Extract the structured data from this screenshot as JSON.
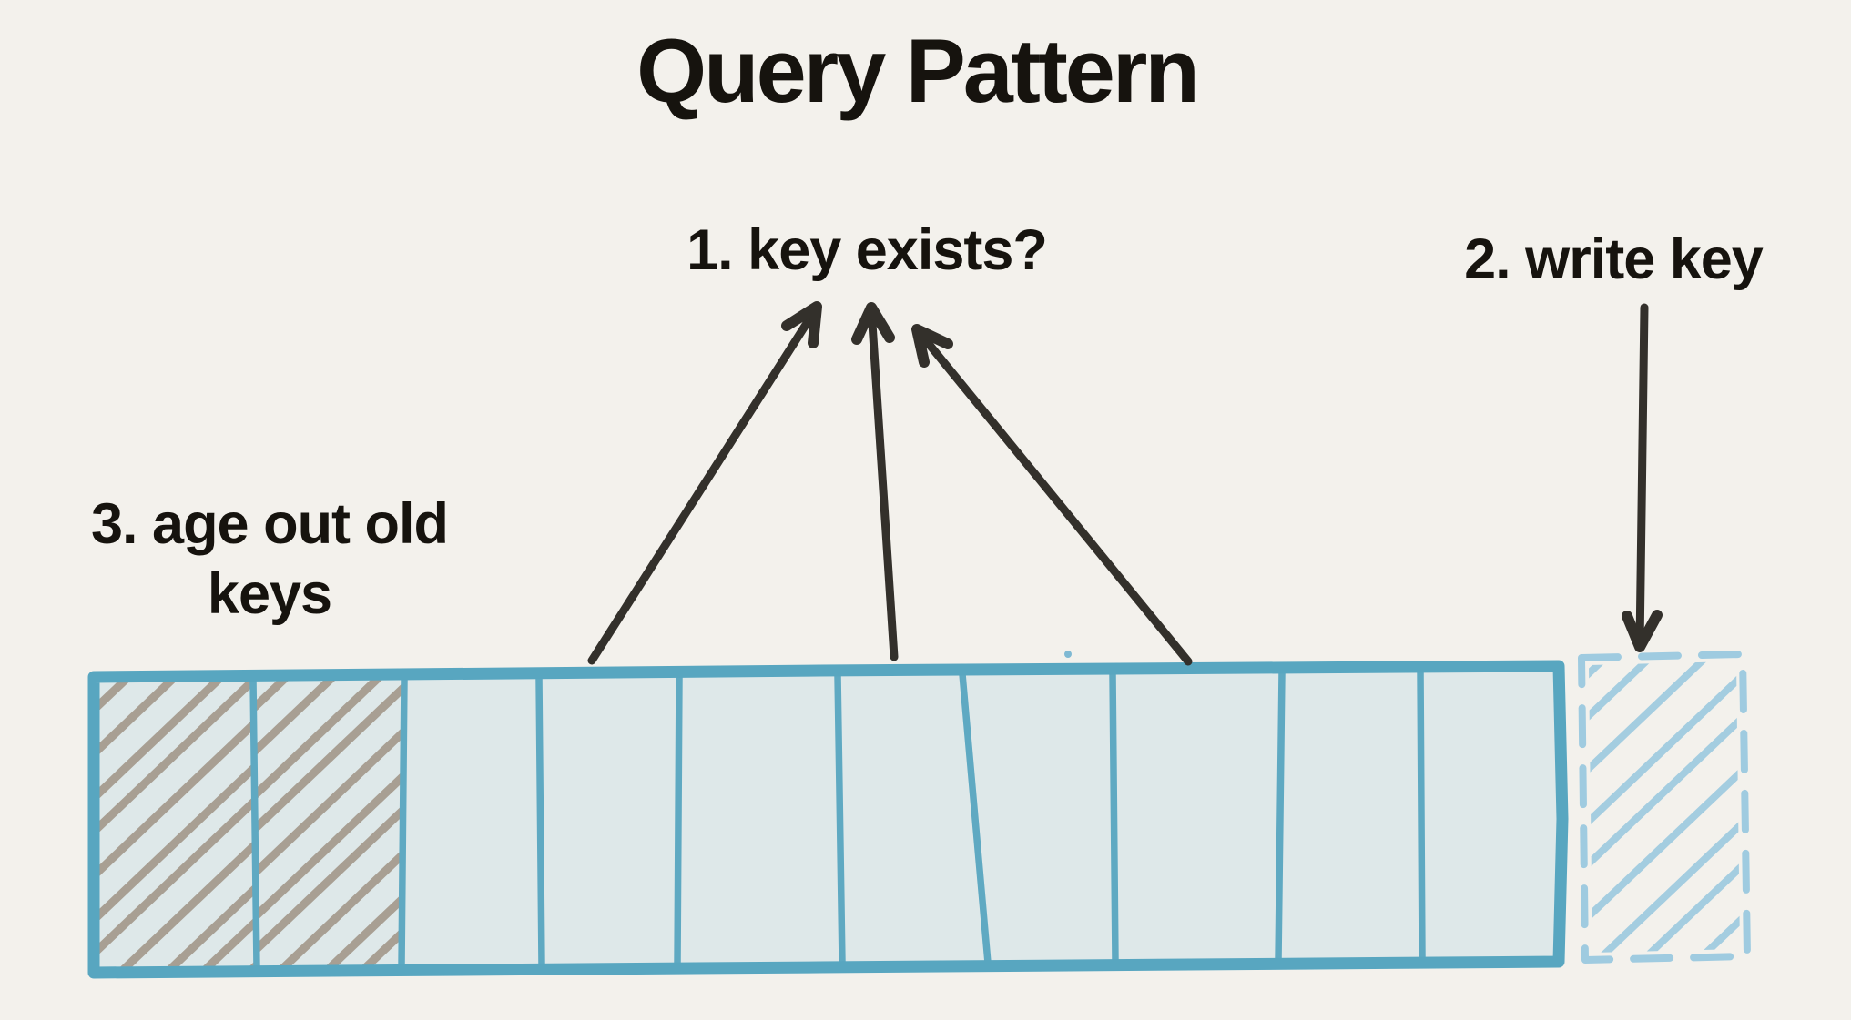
{
  "title": "Query Pattern",
  "labels": {
    "step1": "1. key exists?",
    "step2": "2. write key",
    "step3_line1": "3. age out old",
    "step3_line2": "keys"
  },
  "colors": {
    "background": "#f3f1ec",
    "ink": "#16130e",
    "arrow": "#33302b",
    "cell_border": "#58a6c0",
    "cell_divider": "#5fa9c2",
    "cell_fill": "#dee8e9",
    "aged_hatch": "#a89f93",
    "write_hatch": "#a4cde0",
    "write_outline": "#9fcbe0",
    "speck": "#7fb9d3"
  },
  "buffer": {
    "cell_count": 10,
    "cells": [
      {
        "index": 0,
        "state": "aged-out",
        "hatched": true
      },
      {
        "index": 1,
        "state": "aged-out",
        "hatched": true
      },
      {
        "index": 2,
        "state": "occupied",
        "hatched": false
      },
      {
        "index": 3,
        "state": "occupied",
        "hatched": false
      },
      {
        "index": 4,
        "state": "occupied",
        "hatched": false
      },
      {
        "index": 5,
        "state": "occupied",
        "hatched": false
      },
      {
        "index": 6,
        "state": "occupied",
        "hatched": false
      },
      {
        "index": 7,
        "state": "occupied",
        "hatched": false
      },
      {
        "index": 8,
        "state": "occupied",
        "hatched": false
      },
      {
        "index": 9,
        "state": "occupied",
        "hatched": false
      }
    ],
    "write_slot": {
      "state": "pending-write",
      "outline": "dashed",
      "hatched": true
    }
  },
  "arrows": {
    "query_arrow_count": 3,
    "write_arrow_count": 1
  }
}
